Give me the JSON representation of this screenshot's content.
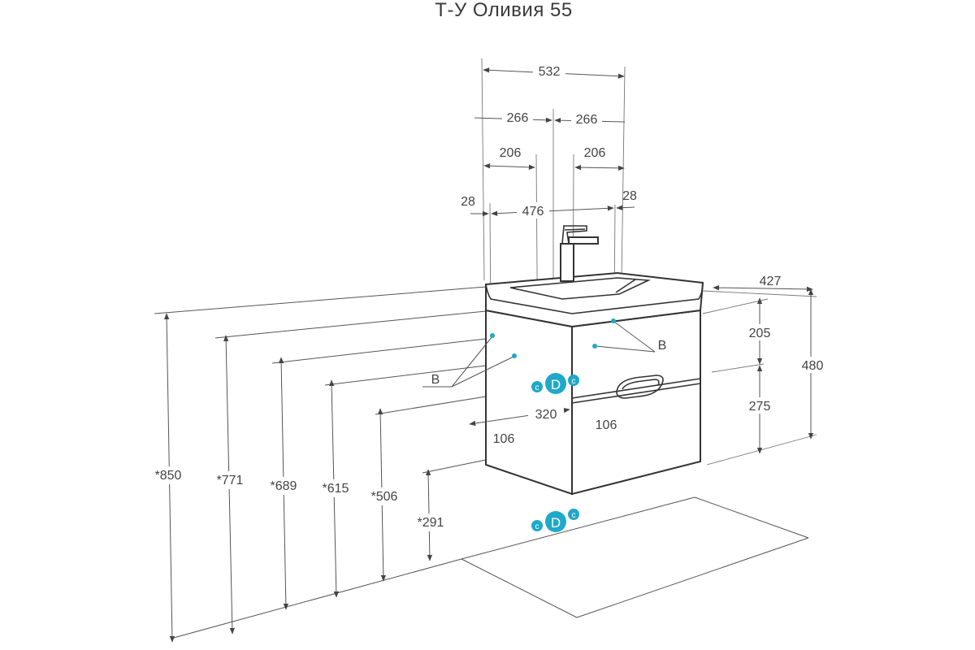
{
  "title": "Т-У Оливия 55",
  "dims": {
    "top_width": "532",
    "half_left": "266",
    "half_right": "266",
    "inner_left": "206",
    "inner_right": "206",
    "edge_left": "28",
    "edge_right": "28",
    "basin_width": "476",
    "depth": "427",
    "height_total": "480",
    "upper_drawer": "205",
    "lower_drawer": "275",
    "between_pipes": "320",
    "pipe_left": "106",
    "pipe_right": "106"
  },
  "heights": {
    "h850": "*850",
    "h771": "*771",
    "h689": "*689",
    "h615": "*615",
    "h506": "*506",
    "h291": "*291"
  },
  "labels": {
    "b_left": "B",
    "b_right": "B",
    "c_label": "c",
    "d_label": "D"
  },
  "colors": {
    "accent": "#1fa9c9",
    "line": "#555555"
  }
}
